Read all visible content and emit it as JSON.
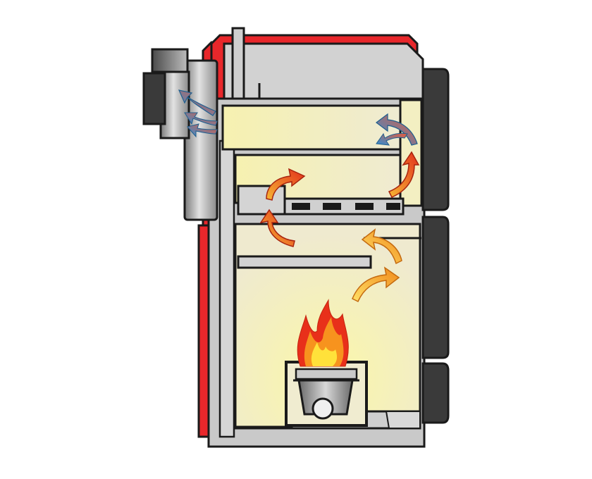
{
  "diagram": {
    "subject": "boiler-cross-section",
    "colors": {
      "background": "#ffffff",
      "casing_red": "#e8272b",
      "casing_red_dark": "#b81d20",
      "steel_grey": "#c9c9c9",
      "steel_light": "#dedede",
      "outline": "#1a1a1a",
      "chamber_glow": "#f3f1c6",
      "chamber_glow_hot": "#f8f3a0",
      "door_dark": "#3a3a3a",
      "flue_grey": "#9a9a9a",
      "flame_red": "#e8301a",
      "flame_orange": "#f7931e",
      "flame_yellow": "#ffe13a",
      "arrow_hot": "#e84420",
      "arrow_warm": "#f5a623",
      "arrow_cool": "#2e8fd6"
    },
    "flow_arrows": [
      {
        "id": "rise-1",
        "temperature": "warm"
      },
      {
        "id": "rise-2",
        "temperature": "warm"
      },
      {
        "id": "turn-left",
        "temperature": "hot"
      },
      {
        "id": "turn-up",
        "temperature": "hot"
      },
      {
        "id": "upper-right",
        "temperature": "hot"
      },
      {
        "id": "exit-right",
        "temperature": "cool"
      },
      {
        "id": "exit-flue",
        "temperature": "cool"
      }
    ]
  }
}
